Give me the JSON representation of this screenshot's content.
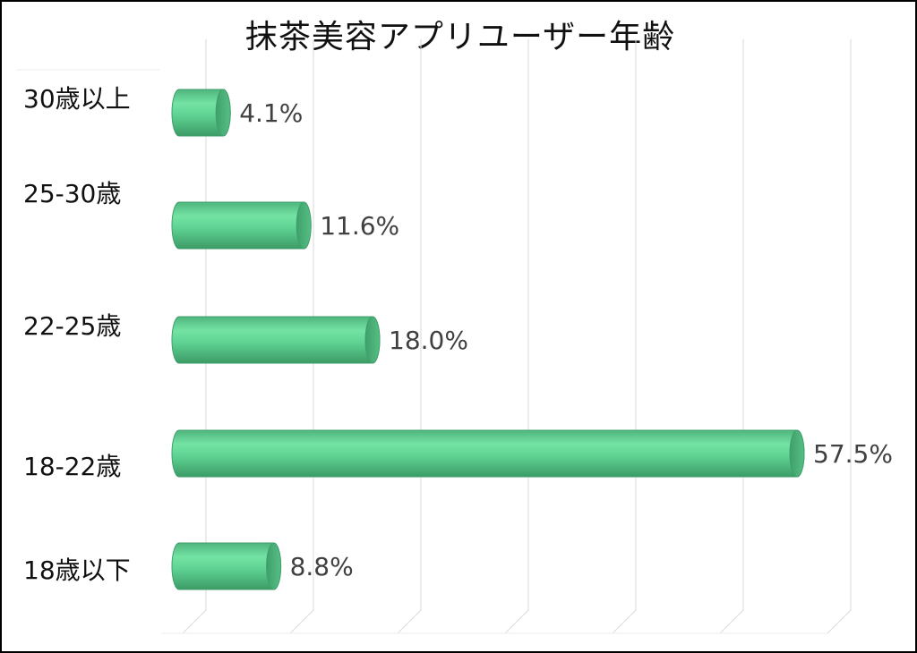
{
  "chart_data": {
    "type": "bar",
    "orientation": "horizontal",
    "title": "抹茶美容アプリユーザー年齢",
    "xlabel": "",
    "ylabel": "",
    "categories": [
      "30歳以上",
      "25-30歳",
      "22-25歳",
      "18-22歳",
      "18歳以下"
    ],
    "values": [
      4.1,
      11.6,
      18.0,
      57.5,
      8.8
    ],
    "value_labels": [
      "4.1%",
      "11.6%",
      "18.0%",
      "57.5%",
      "8.8%"
    ],
    "unit": "%",
    "xlim": [
      0,
      60
    ],
    "grid": true,
    "legend": "none",
    "bar_color": "#5fd393",
    "bar_edge_color": "#3f9f6b",
    "style": "3d-cylinder"
  }
}
